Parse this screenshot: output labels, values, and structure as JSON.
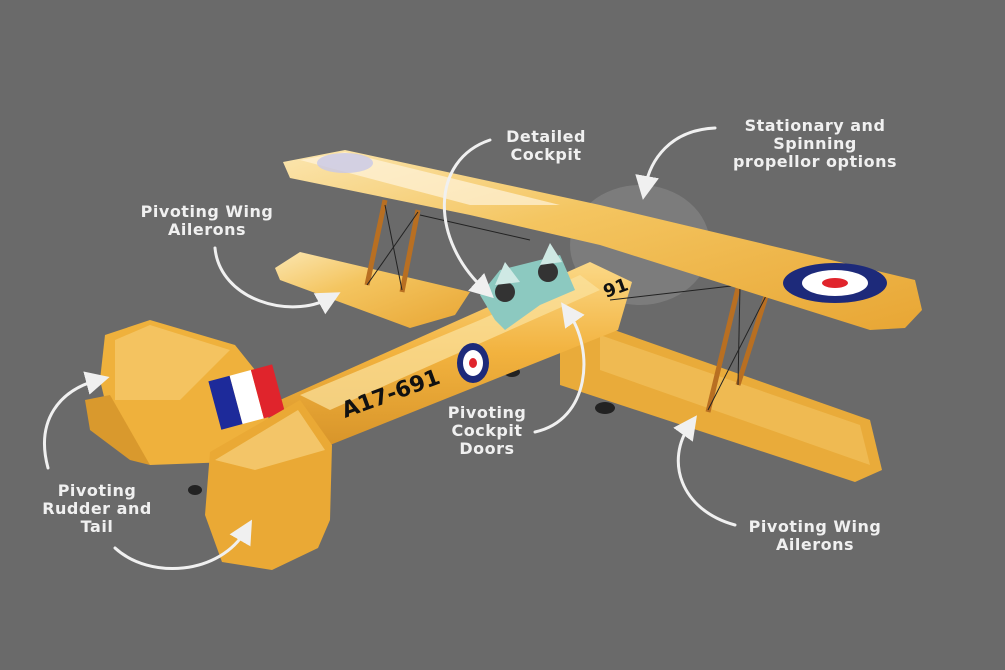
{
  "callouts": {
    "cockpit": [
      "Detailed",
      "Cockpit"
    ],
    "propeller": [
      "Stationary and",
      "Spinning",
      "propellor options"
    ],
    "ailerons_left": [
      "Pivoting Wing",
      "Ailerons"
    ],
    "doors": [
      "Pivoting",
      "Cockpit",
      "Doors"
    ],
    "rudder": [
      "Pivoting",
      "Rudder and",
      "Tail"
    ],
    "ailerons_right": [
      "Pivoting Wing",
      "Ailerons"
    ]
  },
  "aircraft": {
    "registration": "A17-691",
    "number": "91"
  },
  "colors": {
    "background": "#6a6a6a",
    "body": "#f0b03c",
    "highlight": "#f9dc8a",
    "roundel_blue": "#1d2a7a",
    "roundel_red": "#e0242c",
    "text": "#f0f0f0"
  }
}
